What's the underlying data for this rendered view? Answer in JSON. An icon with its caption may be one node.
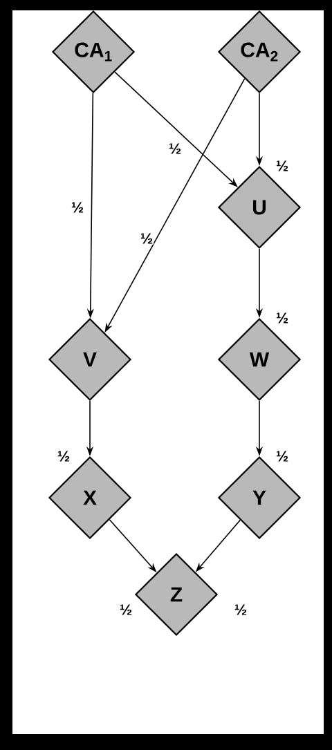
{
  "diagram": {
    "nodes": [
      {
        "text": [
          "CA$_{1}$"
        ]
      },
      {
        "text": [
          "CA$_{2}$"
        ]
      },
      {
        "text": [
          "U"
        ]
      },
      {
        "text": [
          "V"
        ]
      },
      {
        "text": [
          "W"
        ]
      },
      {
        "text": [
          "X"
        ]
      },
      {
        "text": [
          "Y"
        ]
      },
      {
        "text": [
          "Z"
        ]
      }
    ],
    "edges": [
      {
        "from": 0,
        "to": 3,
        "arrow": "to",
        "label": "½"
      },
      {
        "from": 0,
        "to": 2,
        "arrow": "to",
        "label": "½"
      },
      {
        "from": 1,
        "to": 3,
        "arrow": "to",
        "label": "½"
      },
      {
        "from": 1,
        "to": 2,
        "arrow": "to",
        "label": "½"
      },
      {
        "from": 2,
        "to": 4,
        "arrow": "to",
        "label": "½"
      },
      {
        "from": 3,
        "to": 5,
        "arrow": "to",
        "label": "½"
      },
      {
        "from": 4,
        "to": 6,
        "arrow": "to",
        "label": "½"
      },
      {
        "from": 5,
        "to": 7,
        "arrow": "to",
        "label": "½"
      },
      {
        "from": 6,
        "to": 7,
        "arrow": "to",
        "label": "½"
      }
    ]
  }
}
